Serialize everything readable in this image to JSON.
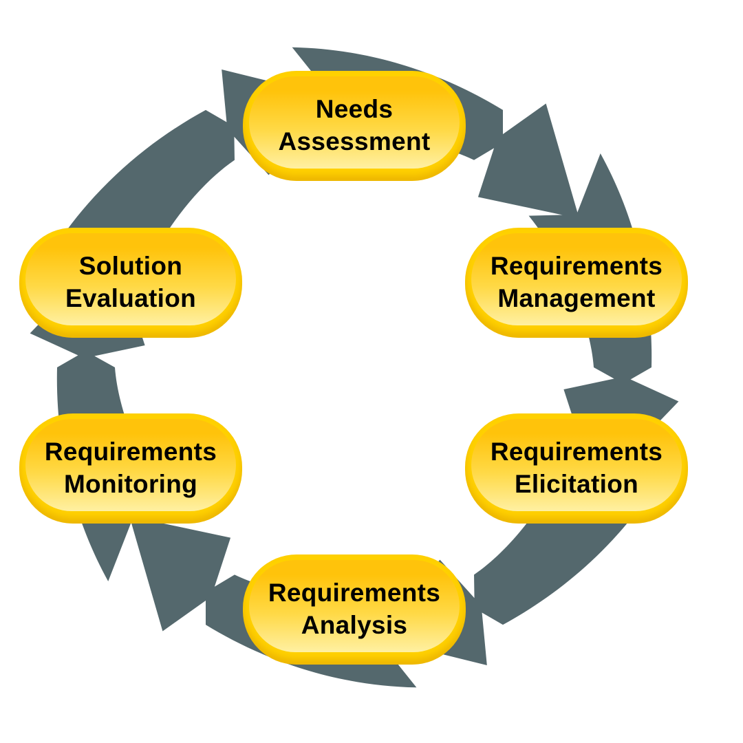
{
  "diagram": {
    "type": "cycle",
    "direction": "clockwise",
    "colors": {
      "background": "#FFFFFF",
      "arrow": "#54686D",
      "node_border": "#FFD100",
      "node_gradient_top": "#FFC30B",
      "node_gradient_bottom": "#FFF0A2",
      "text": "#000000"
    },
    "steps": [
      {
        "label": "Needs Assessment",
        "lines": [
          "Needs",
          "Assessment"
        ],
        "position": "top"
      },
      {
        "label": "Requirements Management",
        "lines": [
          "Requirements",
          "Management"
        ],
        "position": "upper-right"
      },
      {
        "label": "Requirements Elicitation",
        "lines": [
          "Requirements",
          "Elicitation"
        ],
        "position": "lower-right"
      },
      {
        "label": "Requirements Analysis",
        "lines": [
          "Requirements",
          "Analysis"
        ],
        "position": "bottom"
      },
      {
        "label": "Requirements Monitoring",
        "lines": [
          "Requirements",
          "Monitoring"
        ],
        "position": "lower-left"
      },
      {
        "label": "Solution Evaluation",
        "lines": [
          "Solution",
          "Evaluation"
        ],
        "position": "upper-left"
      }
    ]
  }
}
